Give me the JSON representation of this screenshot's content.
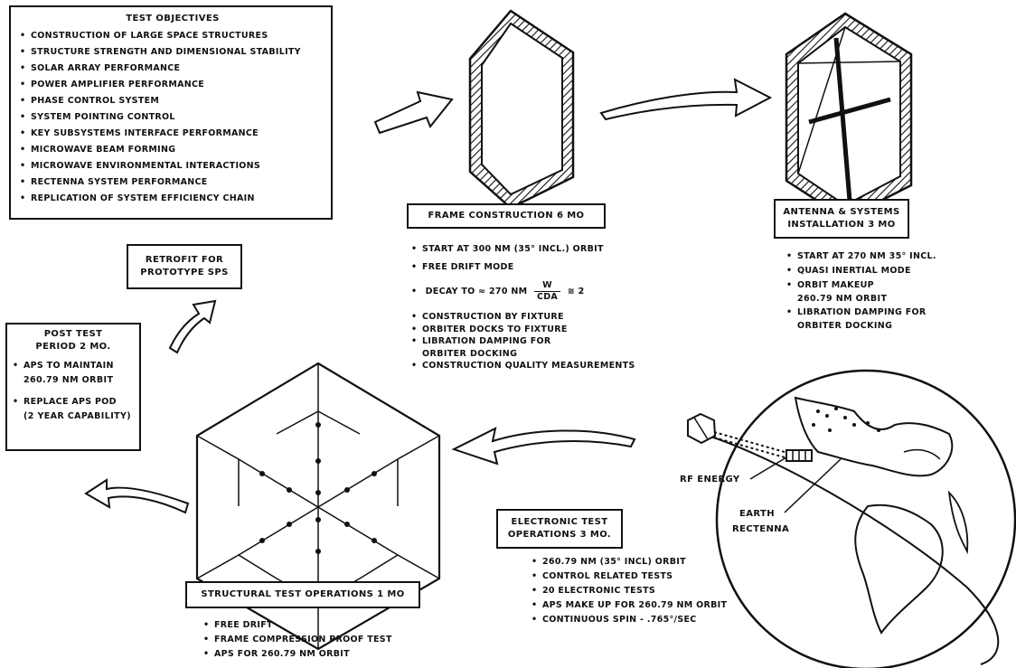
{
  "objectives": {
    "title": "TEST OBJECTIVES",
    "items": [
      "CONSTRUCTION OF LARGE SPACE STRUCTURES",
      "STRUCTURE STRENGTH AND DIMENSIONAL STABILITY",
      "SOLAR ARRAY PERFORMANCE",
      "POWER AMPLIFIER PERFORMANCE",
      "PHASE CONTROL SYSTEM",
      "SYSTEM POINTING CONTROL",
      "KEY SUBSYSTEMS INTERFACE PERFORMANCE",
      "MICROWAVE BEAM FORMING",
      "MICROWAVE ENVIRONMENTAL INTERACTIONS",
      "RECTENNA SYSTEM PERFORMANCE",
      "REPLICATION OF SYSTEM EFFICIENCY CHAIN"
    ]
  },
  "frame": {
    "title": "FRAME CONSTRUCTION  6 MO",
    "items": [
      "START AT 300 NM (35° INCL.) ORBIT",
      "FREE DRIFT MODE"
    ],
    "decay_prefix": "DECAY TO ≈ 270 NM",
    "decay_num": "W",
    "decay_den": "CDA",
    "decay_suffix": "≅ 2",
    "items2": [
      "CONSTRUCTION BY FIXTURE",
      "ORBITER DOCKS TO FIXTURE",
      "LIBRATION DAMPING FOR",
      "CONSTRUCTION QUALITY MEASUREMENTS"
    ],
    "items2_cont": "ORBITER DOCKING"
  },
  "antenna": {
    "title_line1": "ANTENNA & SYSTEMS",
    "title_line2": "INSTALLATION  3 MO",
    "items": [
      "START AT 270 NM  35° INCL.",
      "QUASI INERTIAL MODE",
      "ORBIT MAKEUP",
      "LIBRATION DAMPING FOR"
    ],
    "orbit_cont": "260.79 NM ORBIT",
    "libration_cont": "ORBITER DOCKING"
  },
  "retrofit": {
    "line1": "RETROFIT FOR",
    "line2": "PROTOTYPE SPS"
  },
  "posttest": {
    "line1": "POST TEST",
    "line2": "PERIOD  2 MO.",
    "item1": "APS TO MAINTAIN",
    "item1_cont": "260.79 NM ORBIT",
    "item2": "REPLACE APS POD",
    "item2_cont": "(2 YEAR CAPABILITY)"
  },
  "structural": {
    "title": "STRUCTURAL TEST OPERATIONS  1 MO",
    "items": [
      "FREE DRIFT",
      "FRAME COMPRESSION PROOF TEST",
      "APS FOR 260.79 NM ORBIT"
    ]
  },
  "electronic": {
    "title_line1": "ELECTRONIC TEST",
    "title_line2": "OPERATIONS  3 MO.",
    "items": [
      "260.79 NM (35° INCL) ORBIT",
      "CONTROL RELATED TESTS",
      "20 ELECTRONIC TESTS",
      "APS MAKE UP FOR 260.79 NM ORBIT",
      "CONTINUOUS SPIN  -  .765°/SEC"
    ]
  },
  "labels": {
    "rf_energy": "RF ENERGY",
    "earth": "EARTH",
    "rectenna": "RECTENNA"
  }
}
